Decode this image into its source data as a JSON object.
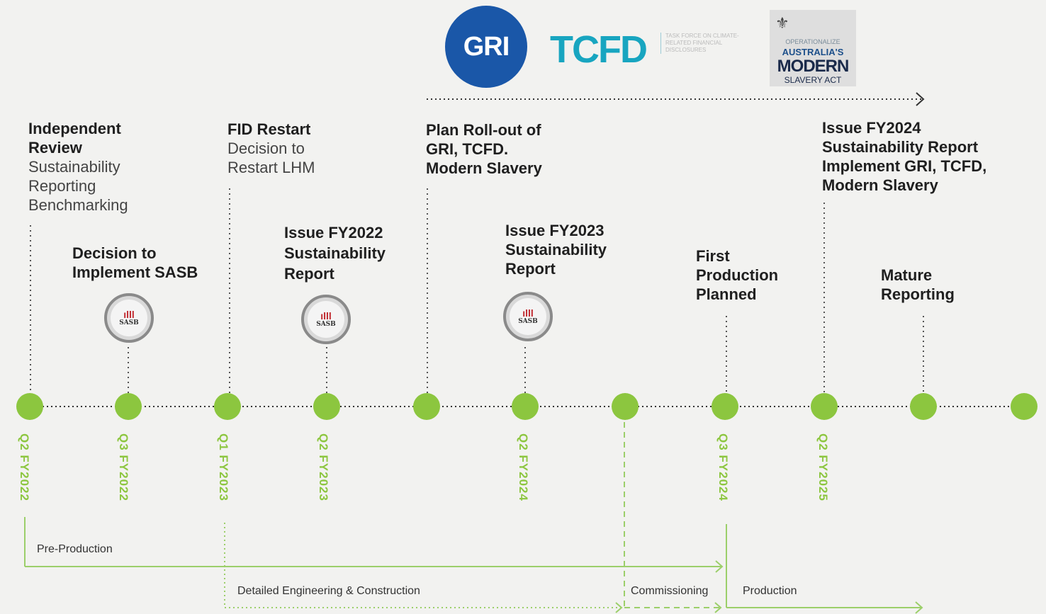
{
  "logos": {
    "gri": "GRI",
    "tcfd": "TCFD",
    "tcfd_sub": "TASK FORCE ON CLIMATE-RELATED FINANCIAL DISCLOSURES",
    "ms_line1": "OPERATIONALIZE",
    "ms_line2": "AUSTRALIA'S",
    "ms_line3": "MODERN",
    "ms_line4": "SLAVERY ACT",
    "sasb": "SASB"
  },
  "events": [
    {
      "title": "Independent Review",
      "sub": "Sustainability Reporting Benchmarking"
    },
    {
      "title": "Decision to Implement SASB",
      "sub": ""
    },
    {
      "title": "FID Restart",
      "sub": "Decision to Restart LHM"
    },
    {
      "title": "Issue FY2022 Sustainability Report",
      "sub": ""
    },
    {
      "title": "Plan Roll-out of GRI, TCFD. Modern Slavery",
      "sub": ""
    },
    {
      "title": "Issue FY2023 Sustainability Report",
      "sub": ""
    },
    {
      "title": "First Production Planned",
      "sub": ""
    },
    {
      "title": "Issue FY2024 Sustainability Report Implement GRI, TCFD, Modern Slavery",
      "sub": ""
    },
    {
      "title": "Mature Reporting",
      "sub": ""
    }
  ],
  "dates": [
    "Q2 FY2022",
    "Q3 FY2022",
    "Q1 FY2023",
    "Q2 FY2023",
    "Q2 FY2024",
    "Q3 FY2024",
    "Q2 FY2025"
  ],
  "phases": {
    "pre_production": "Pre-Production",
    "engineering": "Detailed Engineering & Construction",
    "commissioning": "Commissioning",
    "production": "Production"
  },
  "colors": {
    "accent": "#8cc63f",
    "gri": "#1a57a8",
    "tcfd": "#18a5c0",
    "sasb": "#c0272d"
  }
}
